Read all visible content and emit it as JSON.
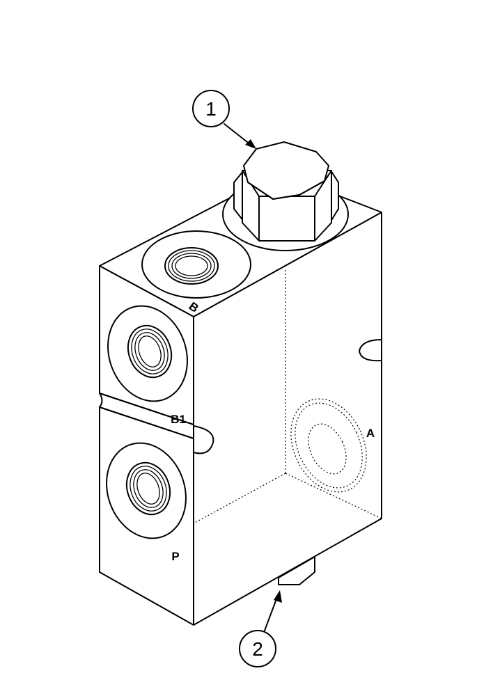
{
  "callouts": [
    {
      "id": "callout-1",
      "text": "1"
    },
    {
      "id": "callout-2",
      "text": "2"
    }
  ],
  "port_labels": {
    "b": "B",
    "b1": "B1",
    "a": "A",
    "p": "P"
  }
}
